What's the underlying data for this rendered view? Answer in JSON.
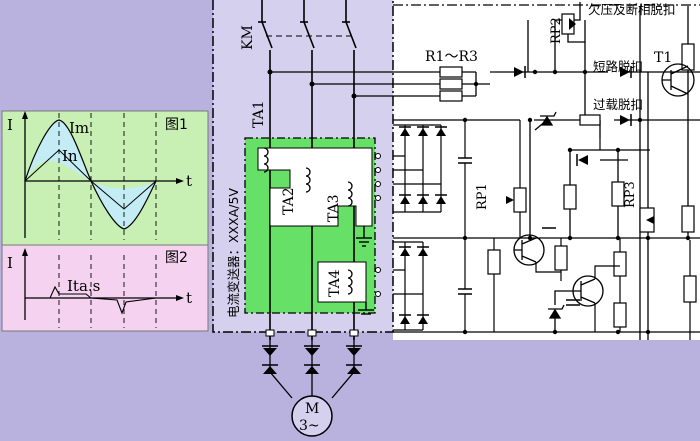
{
  "colors": {
    "background": "#b9b2de",
    "panel_light": "#d4d0ee",
    "graph1_bg": "#c8f0b4",
    "graph2_bg": "#f4d2f0",
    "green_block": "#66e066",
    "white_area": "#ffffff",
    "wave_fill": "#c4ecf4"
  },
  "graphs": {
    "g1": {
      "axis_i": "I",
      "label_im": "Im",
      "label_in": "In",
      "axis_t": "t",
      "fig": "图1"
    },
    "g2": {
      "axis_i": "I",
      "label_ita": "Ita.s",
      "axis_t": "t",
      "fig": "图2"
    }
  },
  "labels": {
    "km": "KM",
    "ta1": "TA1",
    "ta2": "TA2",
    "ta3": "TA3",
    "ta4": "TA4",
    "transformer": "电流变送器：XXXA/5V",
    "r1r3": "R1～R3",
    "rp1": "RP1",
    "rp2": "RP2",
    "rp3": "RP3",
    "t1": "T1",
    "undervoltage": "欠压及断相脱扣",
    "short_trip": "短路脱扣",
    "overload_trip": "过载脱扣",
    "motor_m": "M",
    "motor_3": "3~"
  }
}
